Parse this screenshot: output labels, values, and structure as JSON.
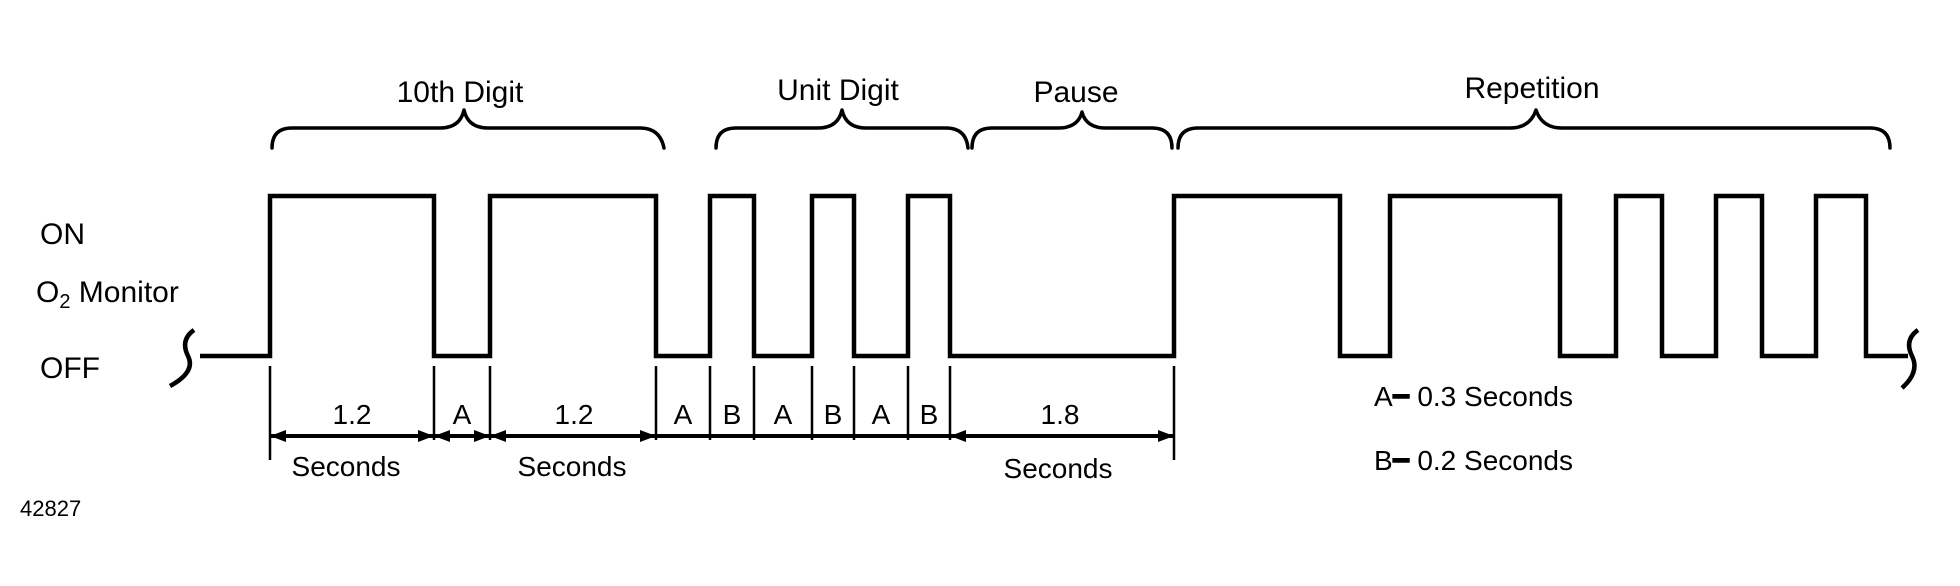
{
  "labels": {
    "on": "ON",
    "monitor_o": "O",
    "monitor_sub": "2",
    "monitor_text": " Monitor",
    "off": "OFF"
  },
  "groups": {
    "tenth_digit": "10th Digit",
    "unit_digit": "Unit Digit",
    "pause": "Pause",
    "repetition": "Repetition"
  },
  "durations": {
    "pulse1": "1.2",
    "gap1": "A",
    "pulse2": "1.2",
    "gap2": "A",
    "seg_b1": "B",
    "seg_a1": "A",
    "seg_b2": "B",
    "seg_a2": "A",
    "seg_b3": "B",
    "pause": "1.8",
    "seconds_1": "Seconds",
    "seconds_2": "Seconds",
    "seconds_3": "Seconds"
  },
  "legend": {
    "a": "A━ 0.3 Seconds",
    "b": "B━ 0.2 Seconds"
  },
  "figure_number": "42827"
}
